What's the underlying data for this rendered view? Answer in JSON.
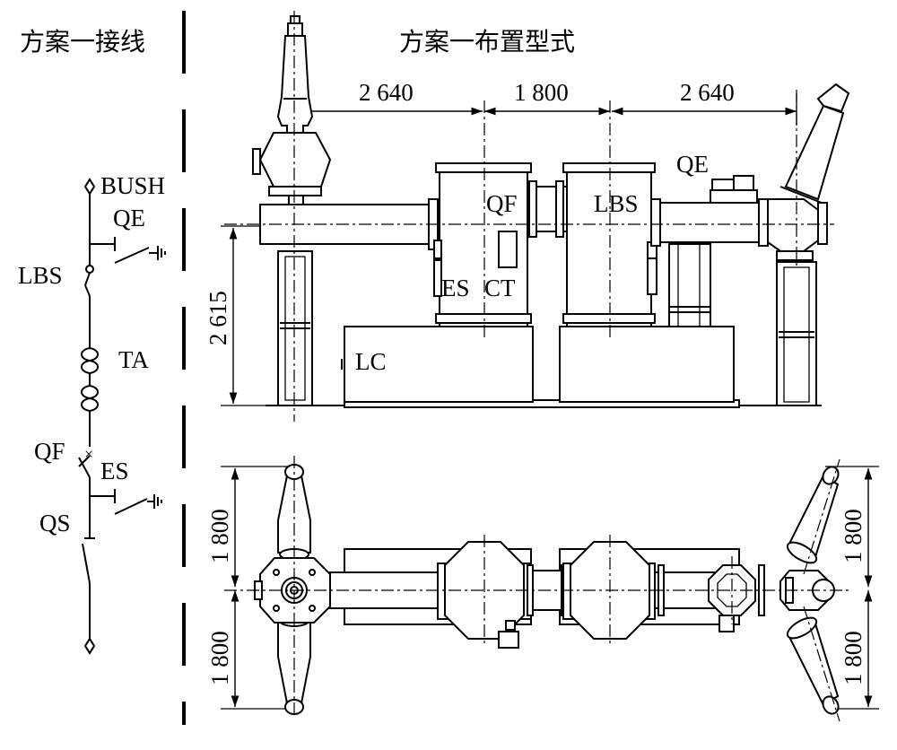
{
  "headers": {
    "left_title": "方案一接线",
    "right_title": "方案一布置型式"
  },
  "dimensions": {
    "top_left": "2 640",
    "top_mid": "1 800",
    "top_right": "2 640",
    "elevation_height": "2 615",
    "plan_left_upper": "1 800",
    "plan_left_lower": "1 800",
    "plan_right_upper": "1 800",
    "plan_right_lower": "1 800"
  },
  "schematic_labels": {
    "bush": "BUSH",
    "qe": "QE",
    "lbs": "LBS",
    "ta": "TA",
    "qf": "QF",
    "es": "ES",
    "qs": "QS"
  },
  "layout_labels": {
    "qf": "QF",
    "lbs": "LBS",
    "qe": "QE",
    "es": "ES",
    "ct": "CT",
    "lc": "LC"
  }
}
